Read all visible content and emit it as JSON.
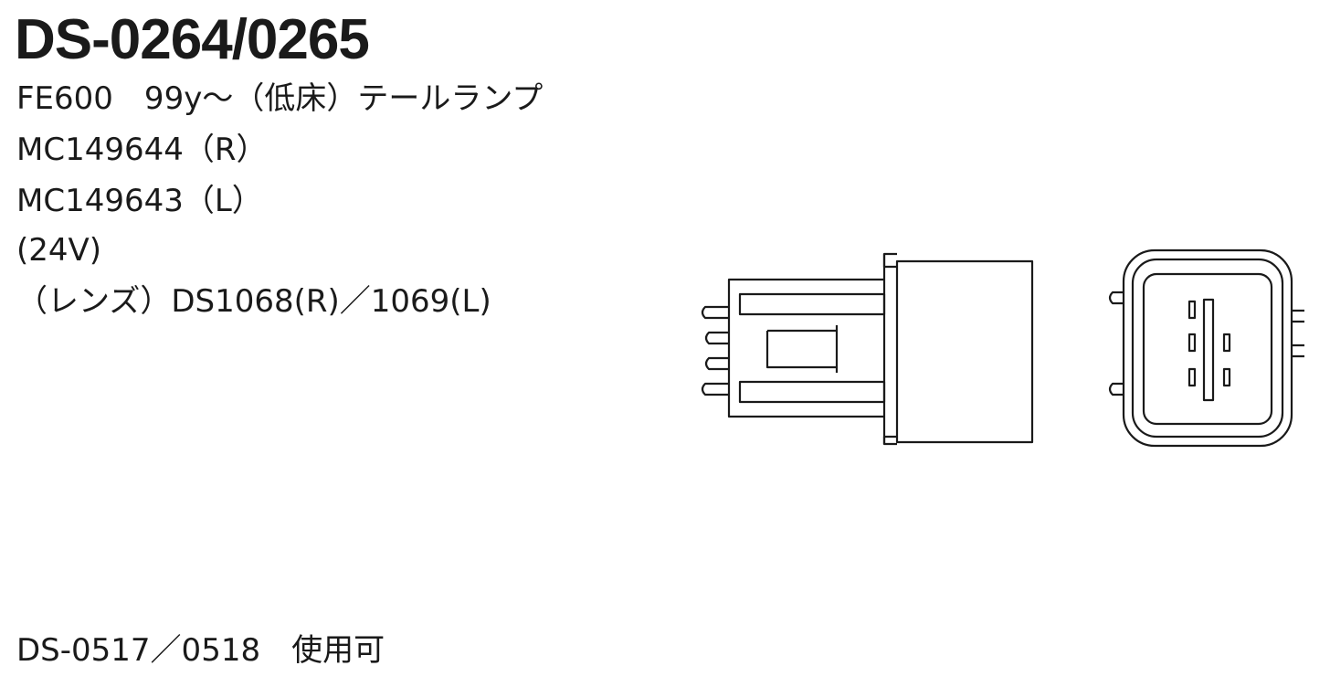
{
  "title": "DS-0264/0265",
  "spec_lines": [
    "FE600　99y～（低床）テールランプ",
    "MC149644（R）",
    "MC149643（L）",
    "(24V)",
    "（レンズ）DS1068(R)／1069(L)"
  ],
  "footer": "DS-0517／0518　使用可",
  "colors": {
    "ink": "#1a1a1a",
    "background": "#ffffff"
  }
}
